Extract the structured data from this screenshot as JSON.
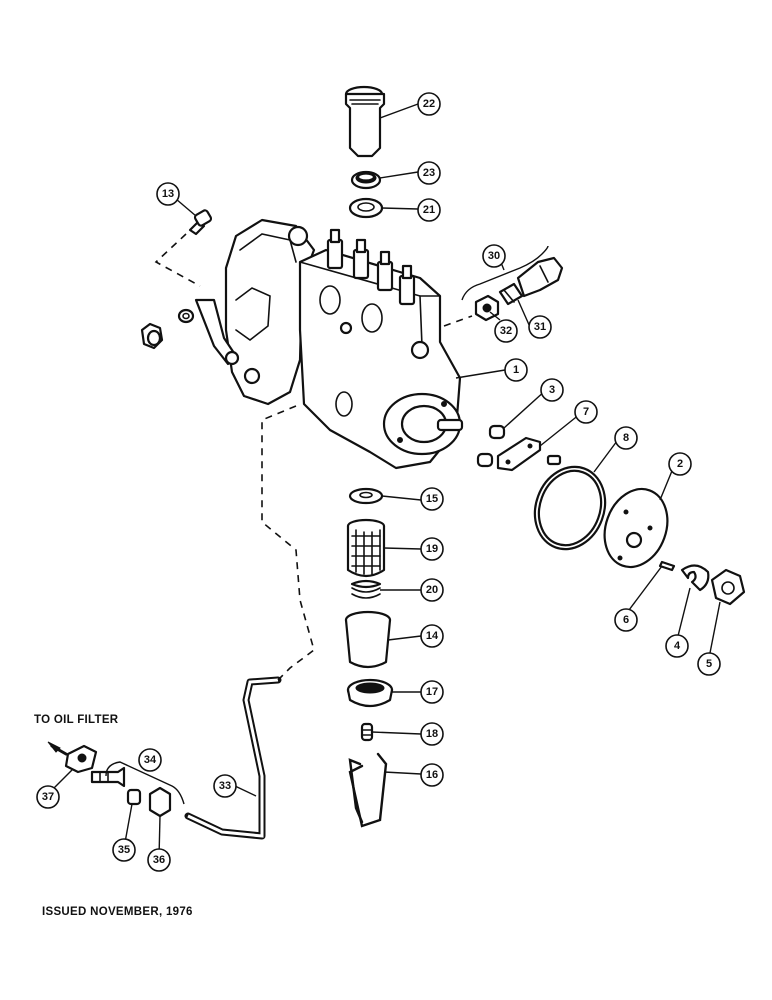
{
  "labels": {
    "to_oil_filter": "TO OIL FILTER",
    "issued": "ISSUED NOVEMBER, 1976"
  },
  "callouts": {
    "p1": "1",
    "p2": "2",
    "p3": "3",
    "p4": "4",
    "p5": "5",
    "p6": "6",
    "p7": "7",
    "p8": "8",
    "p13": "13",
    "p14": "14",
    "p15": "15",
    "p16": "16",
    "p17": "17",
    "p18": "18",
    "p19": "19",
    "p20": "20",
    "p21": "21",
    "p22": "22",
    "p23": "23",
    "p30": "30",
    "p31": "31",
    "p32": "32",
    "p33": "33",
    "p34": "34",
    "p35": "35",
    "p36": "36",
    "p37": "37"
  },
  "colors": {
    "ink": "#111111",
    "paper": "#ffffff"
  }
}
